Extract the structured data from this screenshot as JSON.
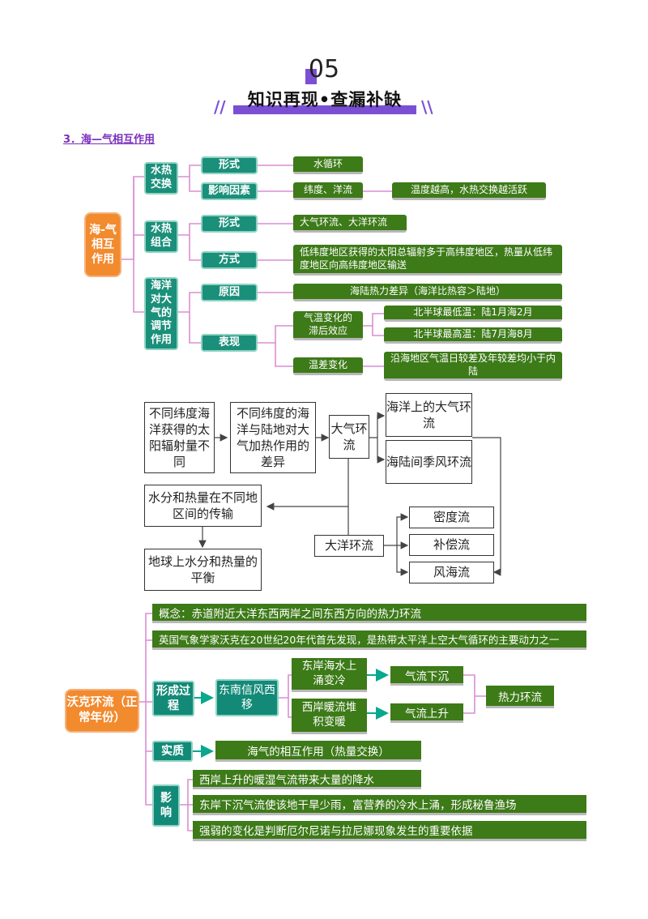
{
  "header": {
    "number": "05",
    "title": "知识再现•查漏补缺",
    "left_mark": "//",
    "right_mark": "\\\\"
  },
  "section_title": "3．海—气相互作用",
  "mindmap": {
    "root": "海-气相互作用",
    "branch1": {
      "label": "水热交换",
      "form_label": "形式",
      "form_value": "水循环",
      "factor_label": "影响因素",
      "factor_value": "纬度、洋流",
      "factor_detail": "温度越高，水热交换越活跃"
    },
    "branch2": {
      "label": "水热组合",
      "form_label": "形式",
      "form_value": "大气环流、大洋环流",
      "method_label": "方式",
      "method_value": "低纬度地区获得的太阳总辐射多于高纬度地区，热量从低纬度地区向高纬度地区输送"
    },
    "branch3": {
      "label": "海洋对大气的调节作用",
      "reason_label": "原因",
      "reason_value": "海陆热力差异（海洋比热容＞陆地）",
      "show_label": "表现",
      "lag_label": "气温变化的滞后效应",
      "lag_north_low": "北半球最低温：陆1月海2月",
      "lag_north_high": "北半球最高温：陆7月海8月",
      "range_label": "温差变化",
      "range_value": "沿海地区气温日较差及年较差均小于内陆"
    }
  },
  "flow": {
    "box1": "不同纬度海洋获得的太阳辐射量不同",
    "box2": "不同纬度的海洋与陆地对大气加热作用的差异",
    "box3": "大气环流",
    "box4": "海洋上的大气环流",
    "box5": "海陆间季风环流",
    "box6": "水分和热量在不同地区间的传输",
    "box7": "地球上水分和热量的平衡",
    "box8": "大洋环流",
    "box9": "密度流",
    "box10": "补偿流",
    "box11": "风海流"
  },
  "walker": {
    "root": "沃克环流（正常年份）",
    "concept": "概念：赤道附近大洋东西两岸之间东西方向的热力环流",
    "discovery": "英国气象学家沃克在20世纪20年代首先发现，是热带太平洋上空大气循环的主要动力之一",
    "process_label": "形成过程",
    "wind": "东南信风西移",
    "east": "东岸海水上涌变冷",
    "west": "西岸暖流堆积变暖",
    "sink": "气流下沉",
    "rise": "气流上升",
    "thermal": "热力环流",
    "essence_label": "实质",
    "essence": "海气的相互作用（热量交换）",
    "impact_label": "影响",
    "impact1": "西岸上升的暖湿气流带来大量的降水",
    "impact2": "东岸下沉气流使该地干旱少雨，富营养的冷水上涌，形成秘鲁渔场",
    "impact3": "强弱的变化是判断厄尔尼诺与拉尼娜现象发生的重要依据"
  }
}
